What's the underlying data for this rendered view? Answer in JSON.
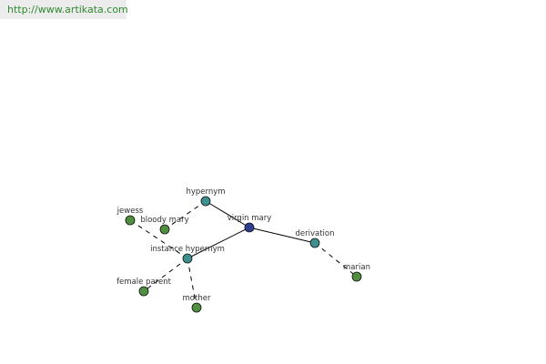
{
  "site_url": "http://www.artikata.com",
  "colors": {
    "center_node": "#2f3f8f",
    "relation_node": "#3f8f8f",
    "word_node": "#4f8f3f",
    "node_stroke": "#111111",
    "edge": "#000000",
    "label": "#333333",
    "url_text": "#2f8a2f",
    "url_bg": "#ececec"
  },
  "graph": {
    "center": {
      "label": "virgin mary"
    },
    "relations": [
      {
        "label": "hypernym",
        "words": [
          {
            "label": "bloody mary"
          }
        ]
      },
      {
        "label": "instance hypernym",
        "words": [
          {
            "label": "jewess"
          },
          {
            "label": "female parent"
          },
          {
            "label": "mother"
          }
        ]
      },
      {
        "label": "derivation",
        "words": [
          {
            "label": "marian"
          }
        ]
      }
    ]
  }
}
